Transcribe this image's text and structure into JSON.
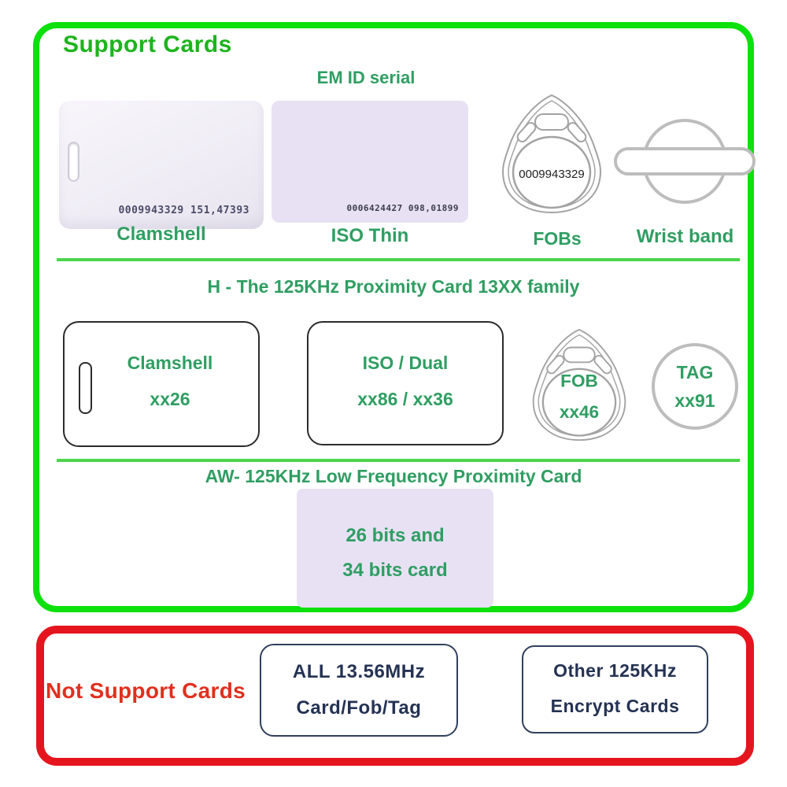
{
  "support": {
    "title": "Support Cards",
    "em_section": {
      "heading": "EM ID serial",
      "clamshell": {
        "serial": "0009943329 151,47393",
        "label": "Clamshell"
      },
      "iso": {
        "serial": "0006424427 098,01899",
        "label": "ISO Thin"
      },
      "fob": {
        "serial": "0009943329",
        "label": "FOBs"
      },
      "wristband": {
        "label": "Wrist band"
      }
    },
    "h_section": {
      "heading": "H -  The 125KHz Proximity Card 13XX family",
      "clamshell": {
        "line1": "Clamshell",
        "line2": "xx26"
      },
      "iso": {
        "line1": "ISO / Dual",
        "line2": "xx86 / xx36"
      },
      "fob": {
        "line1": "FOB",
        "line2": "xx46"
      },
      "tag": {
        "line1": "TAG",
        "line2": "xx91"
      }
    },
    "aw_section": {
      "heading": "AW-  125KHz Low Frequency Proximity Card",
      "card": {
        "line1": "26 bits and",
        "line2": "34 bits card"
      }
    }
  },
  "not_support": {
    "title": "Not Support Cards",
    "card1": {
      "line1": "ALL 13.56MHz",
      "line2": "Card/Fob/Tag"
    },
    "card2": {
      "line1": "Other 125KHz",
      "line2": "Encrypt Cards"
    }
  },
  "colors": {
    "support_border_green": "#0ce10c",
    "divider_green": "#4bd54b",
    "title_green": "#1db41d",
    "heading_green": "#2f9e62",
    "not_support_border_red": "#e5151e",
    "not_support_text_red": "#e0301e",
    "navy_text": "#243253",
    "card_lavender": "#e8e1f3",
    "outline_gray": "#a3a3a3"
  }
}
